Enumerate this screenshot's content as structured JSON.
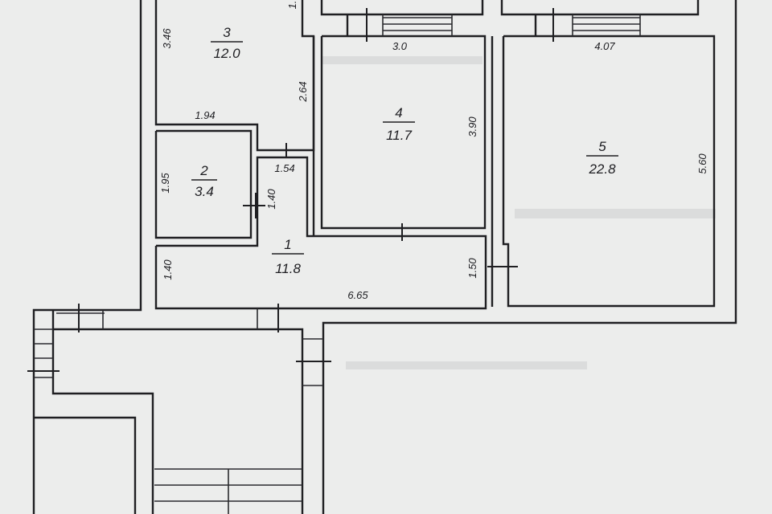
{
  "rooms": [
    {
      "number": "1",
      "area": "11.8"
    },
    {
      "number": "2",
      "area": "3.4"
    },
    {
      "number": "3",
      "area": "12.0"
    },
    {
      "number": "4",
      "area": "11.7"
    },
    {
      "number": "5",
      "area": "22.8"
    }
  ],
  "dimensions": {
    "room1_width": "6.65",
    "room1_left": "1.40",
    "room1_right": "1.50",
    "room2_height": "1.95",
    "corridor_width": "1.40",
    "corridor_opening": "1.54",
    "room3_height": "3.46",
    "room3_width": "1.94",
    "room3_partition": "2.64",
    "room3_top_partial": "1.",
    "room4_width": "3.0",
    "room4_height": "3.90",
    "room5_width": "4.07",
    "room5_height": "5.60"
  }
}
